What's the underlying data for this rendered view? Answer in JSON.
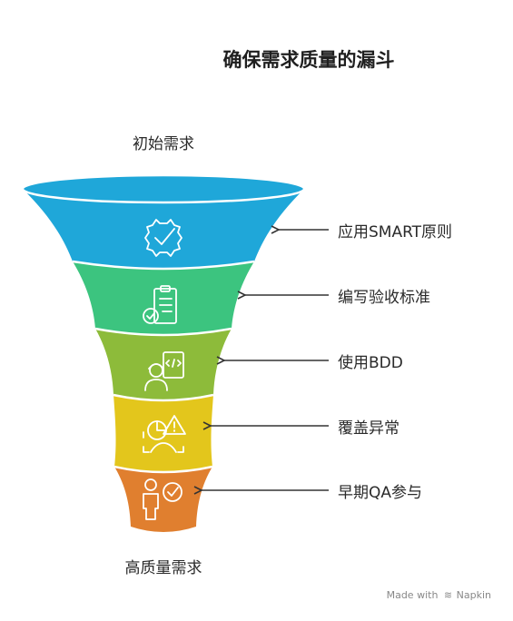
{
  "title": "确保需求质量的漏斗",
  "top_label": "初始需求",
  "bottom_label": "高质量需求",
  "steps": [
    {
      "label": "应用SMART原则",
      "color": "#1fa7d9",
      "icon": "gear-check-icon"
    },
    {
      "label": "编写验收标准",
      "color": "#3cc47f",
      "icon": "clipboard-check-icon"
    },
    {
      "label": "使用BDD",
      "color": "#8dbb3a",
      "icon": "developer-code-icon"
    },
    {
      "label": "覆盖异常",
      "color": "#e3c61c",
      "icon": "warning-chart-icon"
    },
    {
      "label": "早期QA参与",
      "color": "#e07f2f",
      "icon": "person-check-icon"
    }
  ],
  "watermark": {
    "made_with": "Made with",
    "brand": "Napkin"
  }
}
